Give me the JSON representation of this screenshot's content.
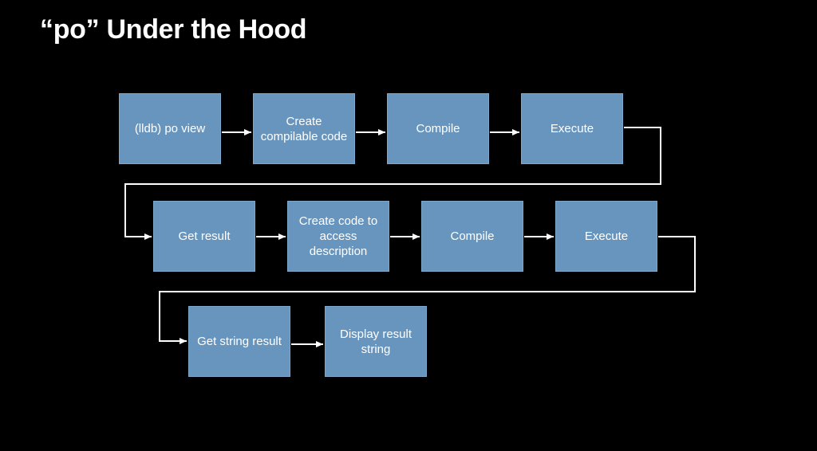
{
  "slide": {
    "title": "“po” Under the Hood"
  },
  "flow": {
    "steps": [
      {
        "id": "s1",
        "label": "(lldb) po view"
      },
      {
        "id": "s2",
        "label": "Create compilable code"
      },
      {
        "id": "s3",
        "label": "Compile"
      },
      {
        "id": "s4",
        "label": "Execute"
      },
      {
        "id": "s5",
        "label": "Get result"
      },
      {
        "id": "s6",
        "label": "Create code to access description"
      },
      {
        "id": "s7",
        "label": "Compile"
      },
      {
        "id": "s8",
        "label": "Execute"
      },
      {
        "id": "s9",
        "label": "Get string result"
      },
      {
        "id": "s10",
        "label": "Display result string"
      }
    ],
    "edges": [
      {
        "from": "s1",
        "to": "s2"
      },
      {
        "from": "s2",
        "to": "s3"
      },
      {
        "from": "s3",
        "to": "s4"
      },
      {
        "from": "s4",
        "to": "s5"
      },
      {
        "from": "s5",
        "to": "s6"
      },
      {
        "from": "s6",
        "to": "s7"
      },
      {
        "from": "s7",
        "to": "s8"
      },
      {
        "from": "s8",
        "to": "s9"
      },
      {
        "from": "s9",
        "to": "s10"
      }
    ]
  },
  "colors": {
    "background": "#000000",
    "box_fill": "#6895bd",
    "connector": "#ffffff",
    "text": "#ffffff"
  }
}
